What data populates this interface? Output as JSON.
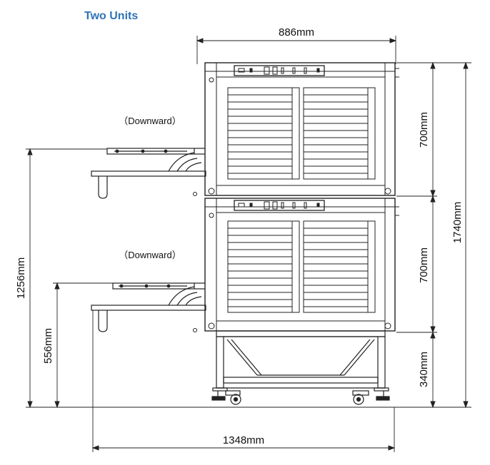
{
  "title": "Two Units",
  "dimensions": {
    "top_width": "886mm",
    "upper_unit_height": "700mm",
    "lower_unit_height": "700mm",
    "stand_height": "340mm",
    "total_height": "1740mm",
    "upper_conveyor_height": "1256mm",
    "lower_conveyor_height": "556mm",
    "overall_length": "1348mm"
  },
  "annotations": {
    "upper_conveyor": "（Downward）",
    "lower_conveyor": "（Downward）"
  },
  "colors": {
    "title": "#2e74b5",
    "line": "#222222"
  }
}
